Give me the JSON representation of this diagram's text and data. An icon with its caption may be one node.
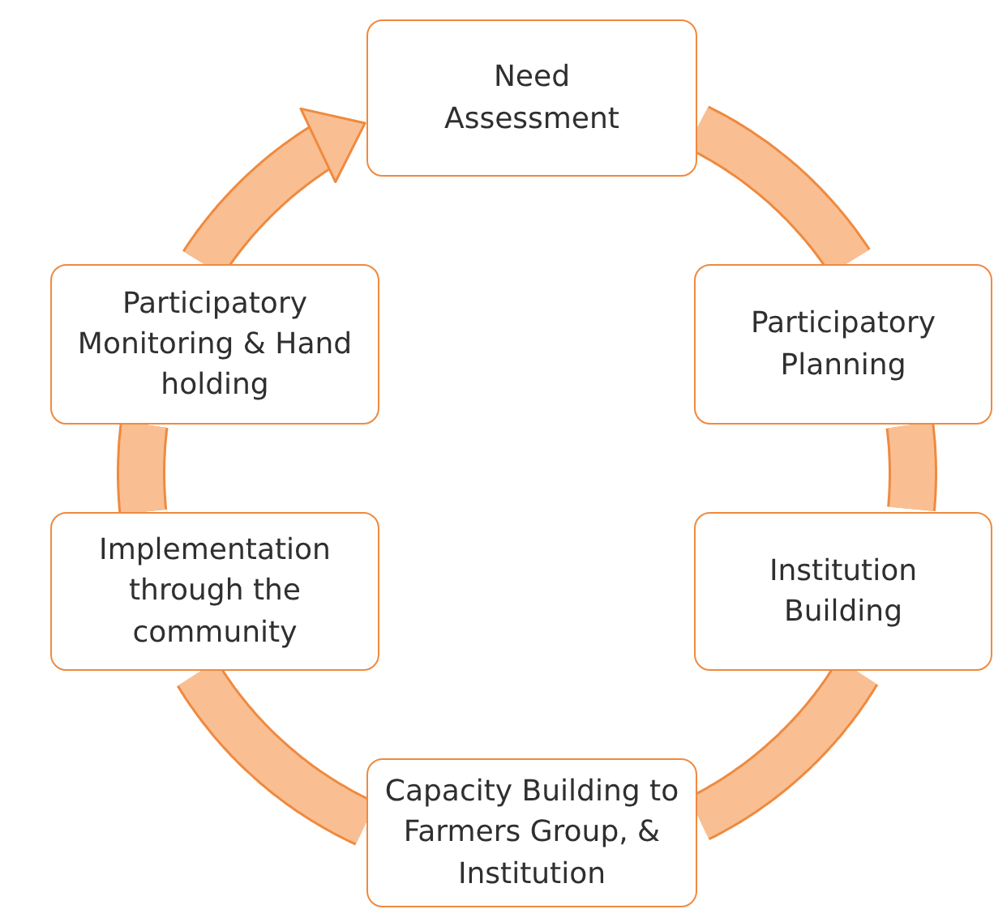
{
  "diagram": {
    "nodes": [
      {
        "text": [
          "Need Assessment"
        ]
      },
      {
        "text": [
          "Participatory Planning"
        ]
      },
      {
        "text": [
          "Institution Building"
        ]
      },
      {
        "text": [
          "Capacity Building to Farmers Group, & Institution"
        ]
      },
      {
        "text": [
          "Implementation through the community"
        ]
      },
      {
        "text": [
          "Participatory Monitoring & Hand holding"
        ]
      }
    ],
    "edges": [
      {
        "from": 0,
        "to": 1,
        "arrow": "none"
      },
      {
        "from": 1,
        "to": 2,
        "arrow": "none"
      },
      {
        "from": 2,
        "to": 3,
        "arrow": "none"
      },
      {
        "from": 3,
        "to": 4,
        "arrow": "none"
      },
      {
        "from": 4,
        "to": 5,
        "arrow": "none"
      },
      {
        "from": 5,
        "to": 0,
        "arrow": "to"
      }
    ]
  }
}
